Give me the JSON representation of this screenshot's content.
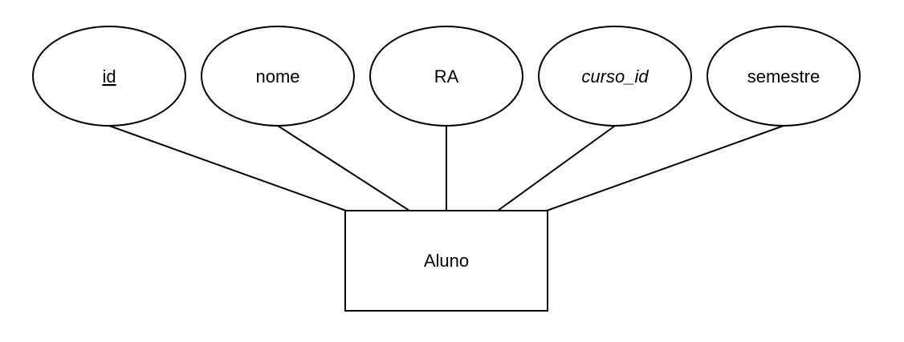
{
  "entity": {
    "label": "Aluno"
  },
  "attributes": [
    {
      "key": "id",
      "label": "id",
      "style": "primary-key"
    },
    {
      "key": "nome",
      "label": "nome",
      "style": "normal"
    },
    {
      "key": "ra",
      "label": "RA",
      "style": "normal"
    },
    {
      "key": "curso_id",
      "label": "curso_id",
      "style": "foreign-key"
    },
    {
      "key": "semestre",
      "label": "semestre",
      "style": "normal"
    }
  ],
  "colors": {
    "stroke": "#000000",
    "fill": "#ffffff",
    "text": "#000000"
  }
}
